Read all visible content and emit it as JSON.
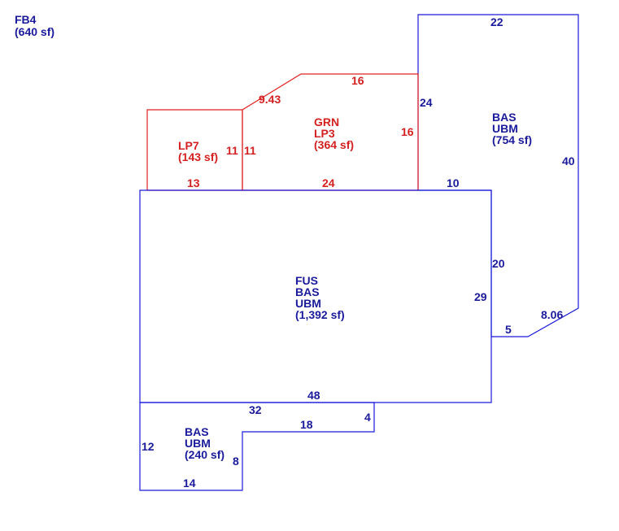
{
  "colors": {
    "blue_outline": "#1a1adc",
    "blue_text": "#1a1a9c",
    "red_outline": "#e02020",
    "red_text": "#d42020"
  },
  "legend": {
    "line1": "FB4",
    "line2": "(640 sf)"
  },
  "areas": {
    "bas_upper": {
      "line1": "BAS",
      "line2": "UBM",
      "line3": "(754 sf)"
    },
    "grn": {
      "line1": "GRN",
      "line2": "LP3",
      "line3": "(364 sf)"
    },
    "lp7": {
      "line1": "LP7",
      "line2": "(143 sf)"
    },
    "fus": {
      "line1": "FUS",
      "line2": "BAS",
      "line3": "UBM",
      "line4": "(1,392 sf)"
    },
    "bas_lower": {
      "line1": "BAS",
      "line2": "UBM",
      "line3": "(240 sf)"
    }
  },
  "dimensions": {
    "bas_upper": {
      "top": "22",
      "left": "24",
      "right": "40",
      "bottom_left": "10",
      "diagonal": "8.06"
    },
    "grn": {
      "diagonal": "9.43",
      "top": "16",
      "right": "16",
      "left": "11",
      "bottom": "24"
    },
    "lp7": {
      "right": "11",
      "bottom": "13"
    },
    "fus": {
      "right_short": "20",
      "right_full": "29",
      "notch": "5",
      "bottom": "48"
    },
    "bas_lower": {
      "top": "32",
      "step_height": "4",
      "step_width": "18",
      "left": "12",
      "right": "8",
      "bottom": "14"
    }
  }
}
